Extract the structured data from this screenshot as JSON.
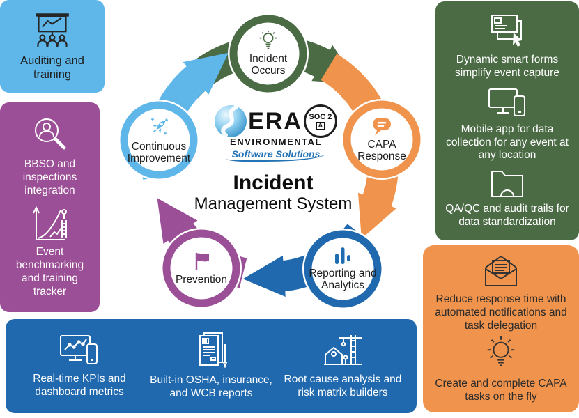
{
  "title": {
    "line1": "Incident",
    "line2": "Management System"
  },
  "logo": {
    "brand": "ERA",
    "brand_sub": "ENVIRONMENTAL",
    "tagline": "Software Solutions",
    "badge_line1": "SOC 2",
    "badge_line2": "A"
  },
  "colors": {
    "light_blue": "#5eb7e8",
    "purple": "#9b4f96",
    "dark_green": "#4a6b44",
    "orange": "#f0934c",
    "blue": "#2069ae",
    "dark_text": "#2b2b2b",
    "white": "#ffffff"
  },
  "cycle": {
    "nodes": [
      {
        "label": "Incident Occurs",
        "icon": "lightbulb-icon",
        "color": "#4a6b44"
      },
      {
        "label": "CAPA Response",
        "icon": "chat-bubble-icon",
        "color": "#f0934c"
      },
      {
        "label": "Reporting and Analytics",
        "icon": "bar-chart-icon",
        "color": "#2069ae"
      },
      {
        "label": "Prevention",
        "icon": "flag-icon",
        "color": "#9b4f96"
      },
      {
        "label": "Continuous Improvement",
        "icon": "rocket-icon",
        "color": "#5eb7e8"
      }
    ]
  },
  "panels": {
    "auditing": {
      "bg": "#5eb7e8",
      "icon": "training-presentation-icon",
      "text": "Auditing and training"
    },
    "bbso": {
      "bg": "#9b4f96",
      "items": [
        {
          "icon": "person-search-icon",
          "text": "BBSO and inspections integration"
        },
        {
          "icon": "benchmark-growth-icon",
          "text": "Event benchmarking and training tracker"
        }
      ]
    },
    "features_green": {
      "bg": "#4a6b44",
      "items": [
        {
          "icon": "smart-form-icon",
          "text": "Dynamic smart forms simplify event capture"
        },
        {
          "icon": "devices-icon",
          "text": "Mobile app for data collection for any event at any location"
        },
        {
          "icon": "folder-icon",
          "text": "QA/QC and audit trails for data standardization"
        }
      ]
    },
    "features_orange": {
      "bg": "#f0934c",
      "items": [
        {
          "icon": "open-envelope-icon",
          "text": "Reduce response time with automated notifications and task delegation"
        },
        {
          "icon": "lightbulb-outline-icon",
          "text": "Create and complete CAPA tasks on the fly"
        }
      ]
    },
    "features_blue": {
      "bg": "#2069ae",
      "items": [
        {
          "icon": "kpi-dashboard-icon",
          "text": "Real-time KPIs and dashboard metrics"
        },
        {
          "icon": "report-document-icon",
          "text": "Built-in OSHA, insurance, and WCB reports"
        },
        {
          "icon": "construction-site-icon",
          "text": "Root cause analysis and risk matrix builders"
        }
      ]
    }
  }
}
